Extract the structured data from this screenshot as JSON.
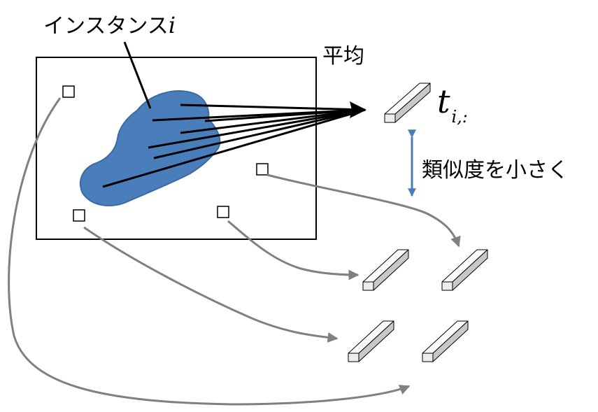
{
  "labels": {
    "instance_text": "インスタンス",
    "instance_var": "i",
    "average": "平均",
    "token_symbol": "t",
    "token_subscript": "i,:",
    "similarity": "類似度を小さく"
  },
  "colors": {
    "blob": "#4a7ebb",
    "blob_edge": "#3a6aa5",
    "arrows_black": "#000000",
    "arrows_gray": "#808080",
    "double_arrow": "#4a7ebb"
  }
}
